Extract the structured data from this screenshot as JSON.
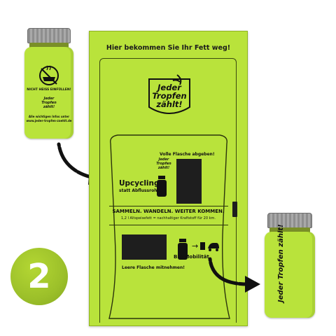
{
  "station": {
    "title": "Hier bekommen Sie Ihr Fett weg!",
    "logo_line1": "Jeder",
    "logo_line2": "Tropfen",
    "logo_line3": "zählt!",
    "full_bottle_label": "Volle Flasche abgeben!",
    "upcycling_title": "Upcycling",
    "upcycling_subtitle": "statt Abflussrohr:",
    "slogan": "SAMMELN. WANDELN. WEITER KOMMEN.",
    "slogan_sub": "1,2 l Altspeisefett = nachhaltiger Kraftstoff für 20 km.",
    "empty_bottle_label": "Leere Flasche mitnehmen!",
    "bio_label": "Bio-Mobilität"
  },
  "bottle_left": {
    "warning": "NICHT HEISS EINFÜLLEN!",
    "logo_line1": "Jeder",
    "logo_line2": "Tropfen",
    "logo_line3": "zählt!",
    "info": "Alle wichtigen Infos unter",
    "url": "www.jeder-tropfen-zaehlt.de"
  },
  "bottle_right": {
    "text": "Jeder Tropfen zählt!"
  },
  "step": {
    "number": "2"
  },
  "colors": {
    "lime": "#b9e33b",
    "step_green": "#9cc02a",
    "slot_dark": "#1e1e1e",
    "cap_grey": "#9a9a9a"
  }
}
